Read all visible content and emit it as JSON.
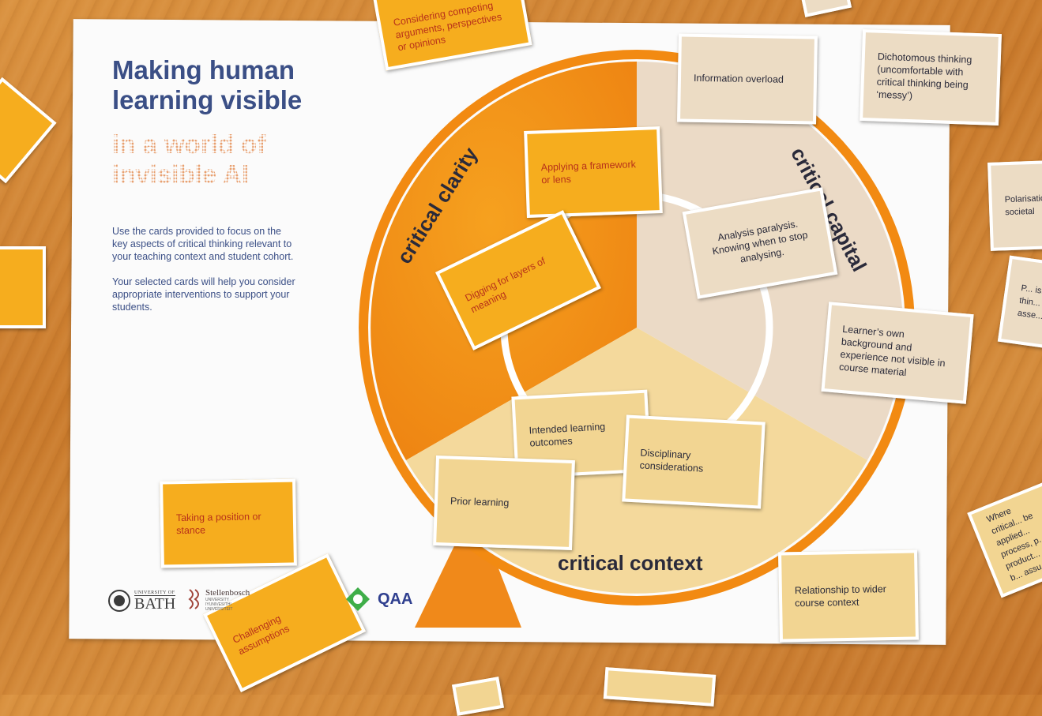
{
  "poster": {
    "title_line1": "Making human",
    "title_line2": "learning visible",
    "subtitle_line1": "in a world of",
    "subtitle_line2": "invisible AI",
    "instructions_p1": "Use the cards provided to focus on the key aspects of critical thinking relevant to your teaching context and student cohort.",
    "instructions_p2": "Your selected cards will help you consider appropriate interventions to support your students."
  },
  "wheel": {
    "segment_clarity": "critical clarity",
    "segment_capital": "critical capital",
    "segment_context": "critical context"
  },
  "cards": {
    "considering_arguments": "Considering competing arguments, perspectives or opinions",
    "information_overload": "Information overload",
    "dichotomous_thinking": "Dichotomous thinking (uncomfortable with critical thinking being ‘messy’)",
    "applying_framework": "Applying a framework or lens",
    "analysis_paralysis": "Analysis paralysis. Knowing when to stop analysing.",
    "digging_layers": "Digging for layers of meaning",
    "learners_background": "Learner’s own background and experience not visible in course material",
    "intended_outcomes": "Intended learning outcomes",
    "disciplinary": "Disciplinary considerations",
    "prior_learning": "Prior learning",
    "taking_position": "Taking a position or stance",
    "challenging_assumptions": "Challenging assumptions",
    "relationship_context": "Relationship to wider course context",
    "polarisation_partial": "Polarisation... societal",
    "partial_right_mid": "P... is... thin... cont... asse...",
    "where_critical_partial": "Where critical... be applied... process, p... product... own b... assu..."
  },
  "logos": {
    "bath_small": "UNIVERSITY OF",
    "bath_big": "BATH",
    "stellenbosch": "Stellenbosch",
    "stellenbosch_sub1": "UNIVERSITY",
    "stellenbosch_sub2": "IYUNIVESITHI",
    "stellenbosch_sub3": "UNIVERSITEIT",
    "qaa": "QAA"
  },
  "colors": {
    "title_blue": "#3b4f86",
    "orange": "#f28a12",
    "card_orange": "#f6ad1e",
    "card_beige": "#ecdcc4",
    "card_sand": "#f2d592"
  }
}
